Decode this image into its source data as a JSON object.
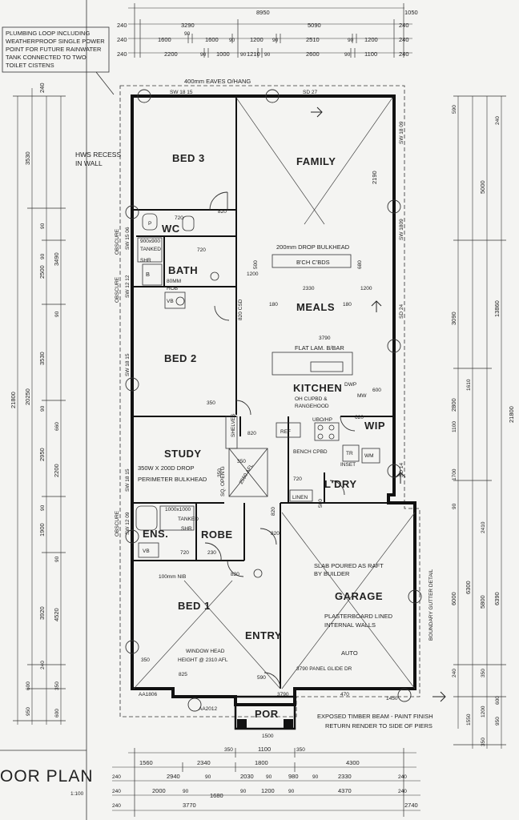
{
  "title": "OOR PLAN",
  "scale": "1:100",
  "rooms": {
    "bed3": "BED 3",
    "family": "FAMILY",
    "wc": "WC",
    "bath": "BATH",
    "meals": "MEALS",
    "bed2": "BED 2",
    "kitchen": "KITCHEN",
    "wip": "WIP",
    "study": "STUDY",
    "ldry": "L'DRY",
    "ens": "ENS.",
    "robe": "ROBE",
    "garage": "GARAGE",
    "bed1": "BED 1",
    "entry": "ENTRY",
    "por": "POR"
  },
  "notes": {
    "plumbing": [
      "PLUMBING LOOP INCLUDING",
      "WEATHERPROOF SINGLE POWER",
      "POINT FOR FUTURE RAINWATER",
      "TANK CONNECTED TO TWO",
      "TOILET CISTENS"
    ],
    "hwsRecess": [
      "HWS RECESS",
      "IN WALL"
    ],
    "eaves": "400mm EAVES O/HANG",
    "bulkhead": "200mm DROP BULKHEAD",
    "bchCbds": "B'CH C'BDS",
    "tanked1": [
      "900x900",
      "TANKED",
      "SHR"
    ],
    "bath80": [
      "80MM",
      "HOB"
    ],
    "flatLam": "FLAT LAM. B/BAR",
    "ohCupbd": [
      "OH CUPBD &",
      "RANGEHOOD"
    ],
    "uboHp": "UBO/HP",
    "dwp": "DWP",
    "mw": "MW",
    "ref": "REF",
    "benchCpbd": "BENCH CPBD",
    "tr": "TR",
    "wm": "WM",
    "inset": "INSET",
    "linen": "LINEN",
    "shelves": "SHELVES",
    "studyBulkhead": [
      "350W X 200D DROP",
      "PERIMETER BULKHEAD"
    ],
    "sqOpen": "SQ. OPEN'G",
    "afl": "2550 AFL",
    "tanked2": [
      "1000x1000",
      "TANKED",
      "SHR"
    ],
    "nib": "100mm NIB",
    "slab": [
      "SLAB POURED AS RAFT",
      "BY BUILDER"
    ],
    "plasterboard": [
      "PLASTERBOARD LINED",
      "INTERNAL WALLS"
    ],
    "auto": "AUTO",
    "panelGlide": "3790 PANEL GLIDE DR",
    "boundary": "BOUNDARY GUTTER DETAIL",
    "windowHead": [
      "WINDOW HEAD",
      "HEIGHT @ 2310 AFL"
    ],
    "timberBeam": [
      "EXPOSED TIMBER BEAM - PAINT FINISH",
      "RETURN RENDER TO SIDE OF PIERS"
    ],
    "obscure1": "OBSCURE",
    "obscure2": "OBSCURE",
    "obscure3": "OBSCURE",
    "csd": "820 CSD",
    "vb1": "VB",
    "vb2": "VB",
    "b": "B",
    "p": "P"
  },
  "windows": [
    "SW 18 15",
    "SD 27",
    "SW 18 09",
    "SW 1809",
    "SW 15 06",
    "SW 12 12",
    "SW 18 15",
    "SW 18 15",
    "SW 12 09",
    "SD 24",
    "SD 14",
    "AA1806",
    "AA2012"
  ],
  "topDims": {
    "row1": [
      "8950",
      "1050"
    ],
    "row2": [
      "240",
      "3290",
      "5090",
      "240"
    ],
    "row3": [
      "240",
      "1600",
      "90",
      "1600",
      "90",
      "1200",
      "90",
      "2510",
      "90",
      "1200",
      "240"
    ],
    "row4": [
      "240",
      "2200",
      "90",
      "1000",
      "90",
      "1210",
      "90",
      "2600",
      "90",
      "1100",
      "240"
    ]
  },
  "bottomDims": {
    "row1": [
      "350",
      "1100",
      "350"
    ],
    "row2": [
      "1560",
      "2340",
      "1800",
      "4300"
    ],
    "row3": [
      "240",
      "2940",
      "90",
      "2030",
      "90",
      "980",
      "90",
      "2330",
      "240"
    ],
    "row4": [
      "240",
      "2000",
      "90",
      "1680",
      "90",
      "1200",
      "90",
      "4370",
      "240"
    ],
    "row5": [
      "240",
      "3770",
      "2740"
    ]
  },
  "leftDims": [
    "240",
    "3530",
    "90",
    "3490",
    "2500",
    "90",
    "90",
    "3530",
    "90",
    "20250",
    "21800",
    "660",
    "2950",
    "2200",
    "90",
    "1900",
    "90",
    "3920",
    "4520",
    "240",
    "600",
    "950",
    "350",
    "600"
  ],
  "rightDims": [
    "240",
    "590",
    "5000",
    "2190",
    "3090",
    "13860",
    "1610",
    "2800",
    "1100",
    "1700",
    "90",
    "21800",
    "2410",
    "5800",
    "6000",
    "6300",
    "6390",
    "240",
    "350",
    "1200",
    "1550",
    "600",
    "950",
    "350"
  ],
  "innerDims": [
    "720",
    "820",
    "720",
    "1200",
    "500",
    "680",
    "2330",
    "1200",
    "180",
    "180",
    "3790",
    "350",
    "600",
    "620",
    "820",
    "350",
    "720",
    "500",
    "820",
    "720",
    "820",
    "230",
    "350",
    "825",
    "590",
    "3790",
    "470",
    "1450",
    "1500",
    "350",
    "820"
  ]
}
